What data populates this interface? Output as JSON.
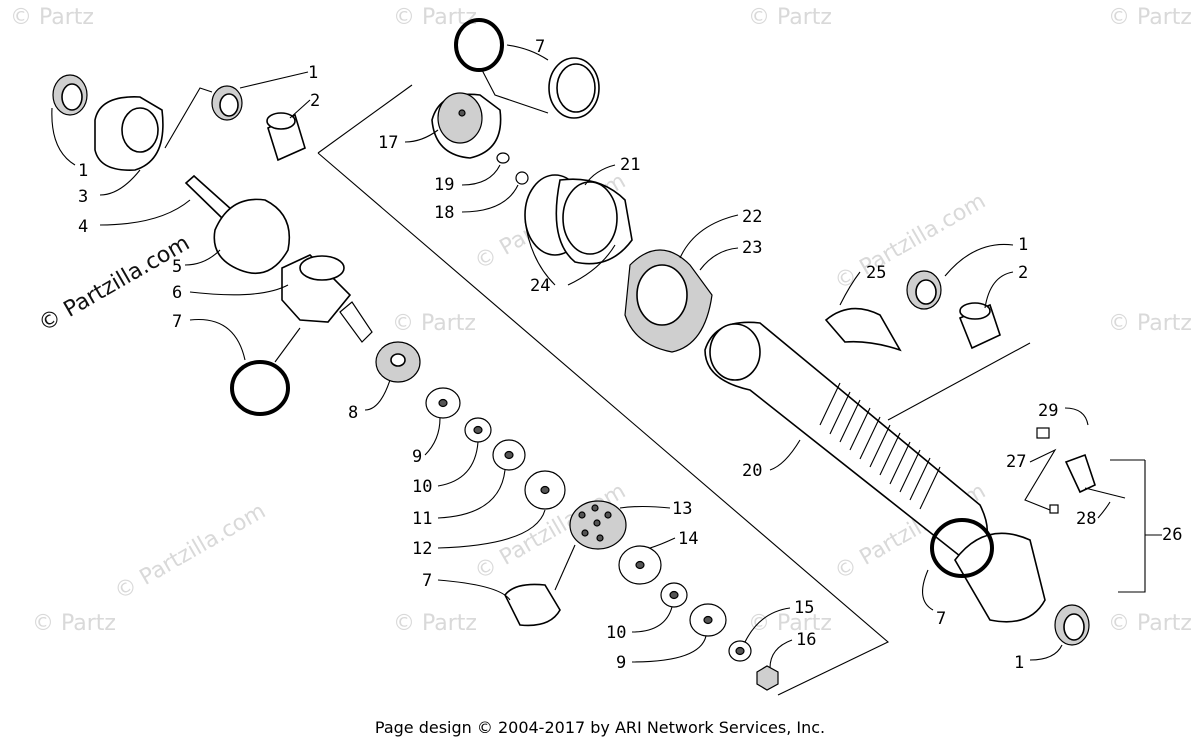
{
  "watermark": "© Partzilla.com",
  "watermark_short": "© Partz",
  "footer_text": "Page design © 2004-2017 by ARI Network Services, Inc.",
  "callouts": {
    "c1a": "1",
    "c1b": "1",
    "c1c": "1",
    "c1d": "1",
    "c2a": "2",
    "c2b": "2",
    "c3": "3",
    "c4": "4",
    "c5": "5",
    "c6": "6",
    "c7a": "7",
    "c7b": "7",
    "c7c": "7",
    "c7d": "7",
    "c8": "8",
    "c9a": "9",
    "c9b": "9",
    "c10a": "10",
    "c10b": "10",
    "c11": "11",
    "c12": "12",
    "c13": "13",
    "c14": "14",
    "c15": "15",
    "c16": "16",
    "c17": "17",
    "c18": "18",
    "c19": "19",
    "c20": "20",
    "c21": "21",
    "c22": "22",
    "c23": "23",
    "c24": "24",
    "c25": "25",
    "c26": "26",
    "c27": "27",
    "c28": "28",
    "c29": "29"
  }
}
